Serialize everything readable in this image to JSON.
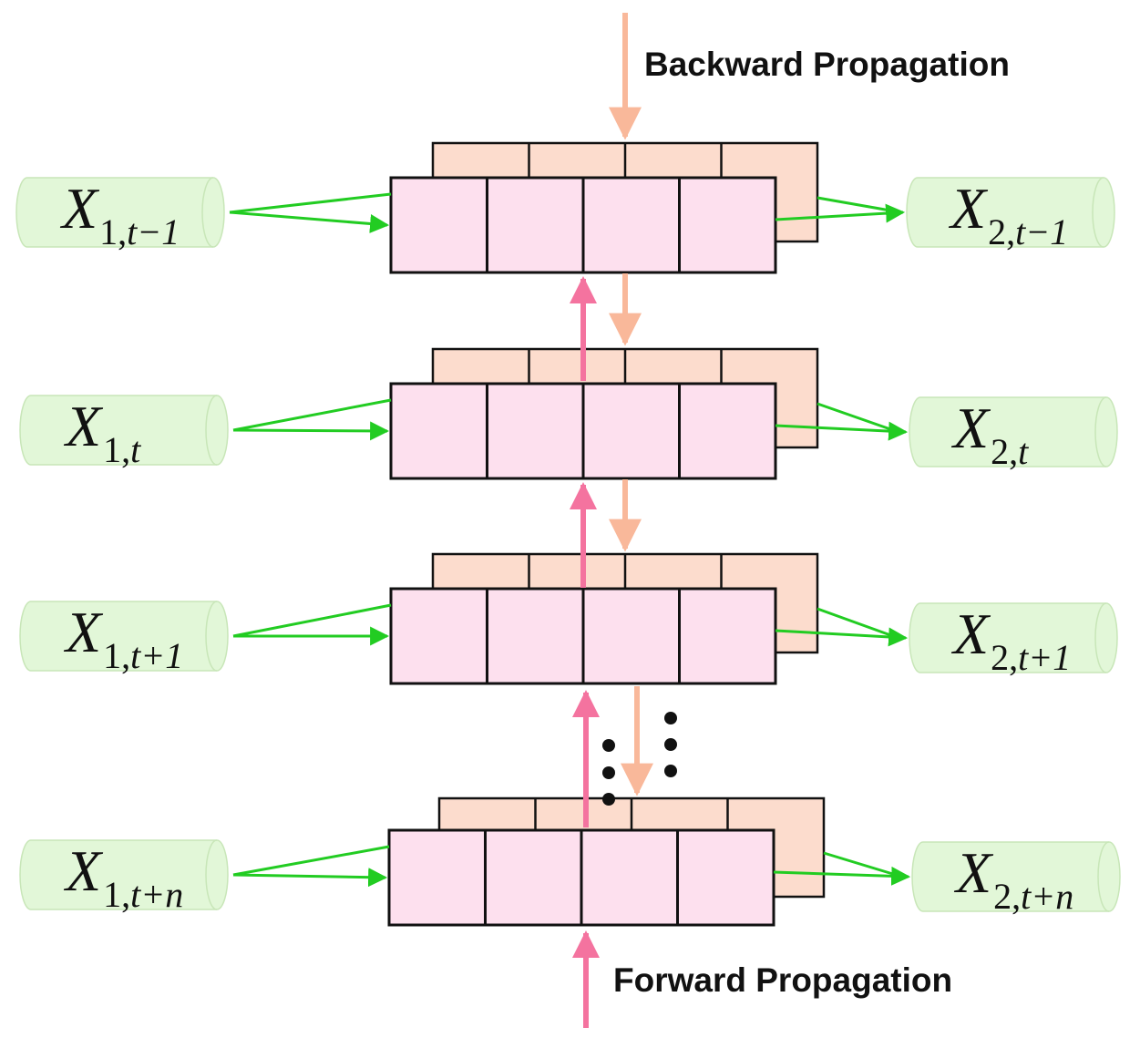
{
  "labels": {
    "backward": "Backward Propagation",
    "forward": "Forward Propagation"
  },
  "colors": {
    "back_layer": "#fcdccd",
    "front_layer": "#fde0ee",
    "input_fill": "#e2f7d8",
    "input_stroke": "#c8e6b8",
    "green_arrow": "#22cc22",
    "forward_arrow": "#f4739f",
    "backward_arrow": "#f9b89a",
    "border": "#111111"
  },
  "rows": [
    {
      "input": {
        "var": "X",
        "sub": "1,",
        "time": "t−1"
      },
      "output": {
        "var": "X",
        "sub": "2,",
        "time": "t−1"
      }
    },
    {
      "input": {
        "var": "X",
        "sub": "1,",
        "time": "t"
      },
      "output": {
        "var": "X",
        "sub": "2,",
        "time": "t"
      }
    },
    {
      "input": {
        "var": "X",
        "sub": "1,",
        "time": "t+1"
      },
      "output": {
        "var": "X",
        "sub": "2,",
        "time": "t+1"
      }
    },
    {
      "input": {
        "var": "X",
        "sub": "1,",
        "time": "t+n"
      },
      "output": {
        "var": "X",
        "sub": "2,",
        "time": "t+n"
      }
    }
  ],
  "cells_per_layer": 4
}
